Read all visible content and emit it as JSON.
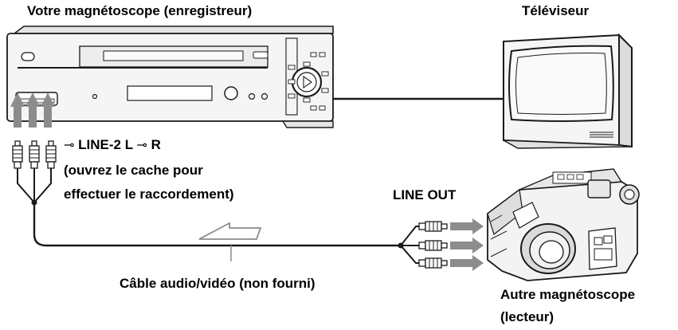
{
  "labels": {
    "recorder": "Votre magnétoscope (enregistreur)",
    "tv": "Téléviseur",
    "input_line_prefix": "LINE-2 L",
    "input_line_suffix": "R",
    "input_arrow_glyph": "⊸",
    "cover_note_line1": "(ouvrez le cache pour",
    "cover_note_line2": "effectuer le raccordement)",
    "line_out": "LINE OUT",
    "cable": "Câble audio/vidéo (non fourni)",
    "player_line1": "Autre magnétoscope",
    "player_line2": "(lecteur)"
  },
  "colors": {
    "outline": "#1a1a1a",
    "fill_light": "#f4f4f4",
    "fill_mid": "#d8d8d8",
    "signal_arrow": "#8c8c8c"
  },
  "icons": [
    "vcr-icon",
    "tv-icon",
    "camcorder-icon",
    "rca-plug-icon",
    "signal-direction-arrow-icon"
  ]
}
